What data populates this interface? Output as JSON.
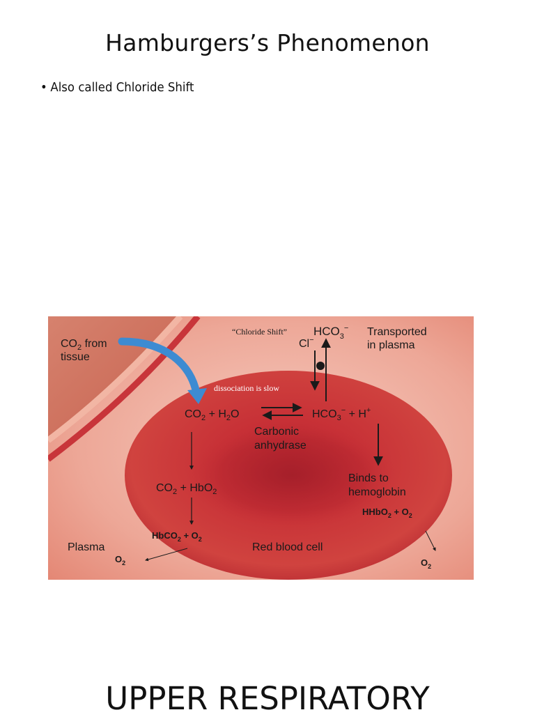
{
  "slide": {
    "title": "Hamburgers’s Phenomenon",
    "bullets": [
      "Also called Chloride Shift"
    ],
    "next_heading": "UPPER RESPIRATORY"
  },
  "diagram": {
    "co2_from": "CO",
    "co2_from_sub": "2",
    "co2_from_tail": " from",
    "tissue": "tissue",
    "chloride_shift": "“Chloride Shift”",
    "hco3_top": "HCO",
    "hco3_top_sub": "3",
    "hco3_top_sup": "−",
    "cl": "Cl",
    "cl_sup": "−",
    "transported_1": "Transported",
    "transported_2": "in plasma",
    "dissociation": "dissociation is slow",
    "eq_left": {
      "a": "CO",
      "a_sub": "2",
      "b": " + H",
      "b_sub": "2",
      "c": "O"
    },
    "eq_right": {
      "a": "HCO",
      "a_sub": "3",
      "a_sup": "−",
      "b": " + H",
      "b_sup": "+"
    },
    "carbonic_1": "Carbonic",
    "carbonic_2": "anhydrase",
    "co2_hbo2": {
      "a": "CO",
      "a_sub": "2",
      "b": " + HbO",
      "b_sub": "2"
    },
    "binds_1": "Binds to",
    "binds_2": "hemoglobin",
    "hhbo2": {
      "a": "HHbO",
      "a_sub": "2",
      "b": " + O",
      "b_sub": "2"
    },
    "hbco2": {
      "a": "HbCO",
      "a_sub": "2",
      "b": " + O",
      "b_sub": "2"
    },
    "plasma": "Plasma",
    "red_blood_cell": "Red blood cell",
    "o2_left": {
      "a": "O",
      "a_sub": "2"
    },
    "o2_right": {
      "a": "O",
      "a_sub": "2"
    },
    "colors": {
      "background": "#f0b1a3",
      "cell": "#c73036",
      "cell_center": "#a51f2a",
      "vessel": "#c44a3c",
      "blue_arrow": "#3d8bd2"
    }
  }
}
